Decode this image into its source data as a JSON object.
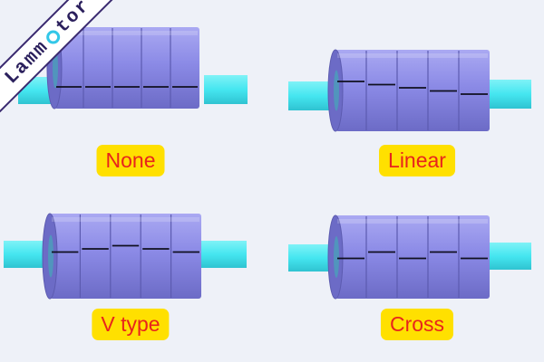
{
  "brand": {
    "prefix": "Lamm",
    "icon": "o-ring-icon",
    "suffix": "tor",
    "ring_color": "#33c7e8"
  },
  "colors": {
    "shaft": "#45e6f0",
    "shaft_dark": "#2fc3d1",
    "rotor": "#8b8ae6",
    "rotor_light": "#aaa9f2",
    "rotor_dark": "#6c6bc6",
    "seam": "#5c5bb0",
    "magnet_line": "#101020",
    "label_bg": "#ffe000",
    "label_text": "#e8241c"
  },
  "panels": [
    {
      "id": "none",
      "label": "None",
      "offsets": [
        0,
        0,
        0,
        0,
        0
      ]
    },
    {
      "id": "linear",
      "label": "Linear",
      "offsets": [
        2,
        1,
        0,
        -1,
        -2
      ]
    },
    {
      "id": "v-type",
      "label": "V type",
      "offsets": [
        -1,
        0,
        1,
        0,
        -1
      ]
    },
    {
      "id": "cross",
      "label": "Cross",
      "offsets": [
        -1,
        1,
        -1,
        1,
        -1
      ]
    }
  ]
}
